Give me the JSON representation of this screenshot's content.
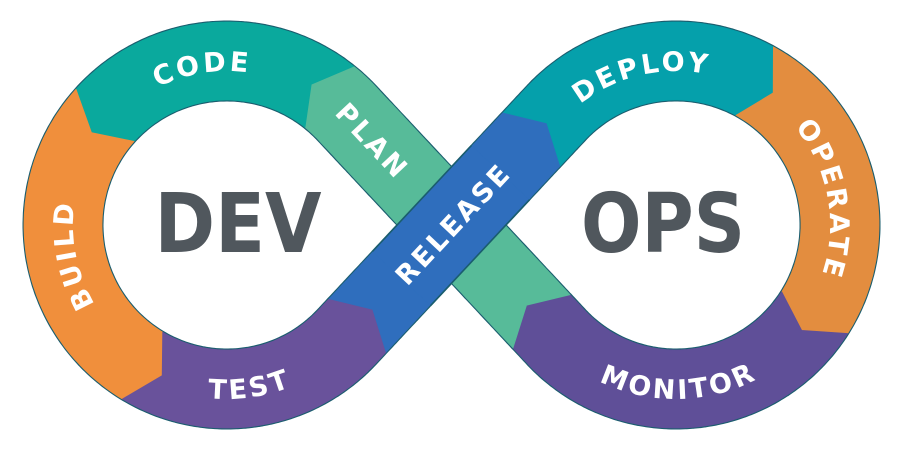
{
  "diagram": {
    "left_loop_label": "DEV",
    "right_loop_label": "OPS",
    "outline_color": "#1a5d6e",
    "center_text_color": "#50575d",
    "label_color": "#ffffff",
    "stages": [
      {
        "id": "release",
        "label": "RELEASE",
        "color": "#2f6ebd"
      },
      {
        "id": "deploy",
        "label": "DEPLOY",
        "color": "#05a0ab"
      },
      {
        "id": "operate",
        "label": "OPERATE",
        "color": "#e38d3f"
      },
      {
        "id": "monitor",
        "label": "MONITOR",
        "color": "#5f4f98"
      },
      {
        "id": "plan",
        "label": "PLAN",
        "color": "#57bb99"
      },
      {
        "id": "code",
        "label": "CODE",
        "color": "#0aa99d"
      },
      {
        "id": "build",
        "label": "BUILD",
        "color": "#f08f3c"
      },
      {
        "id": "test",
        "label": "TEST",
        "color": "#69529b"
      }
    ]
  }
}
